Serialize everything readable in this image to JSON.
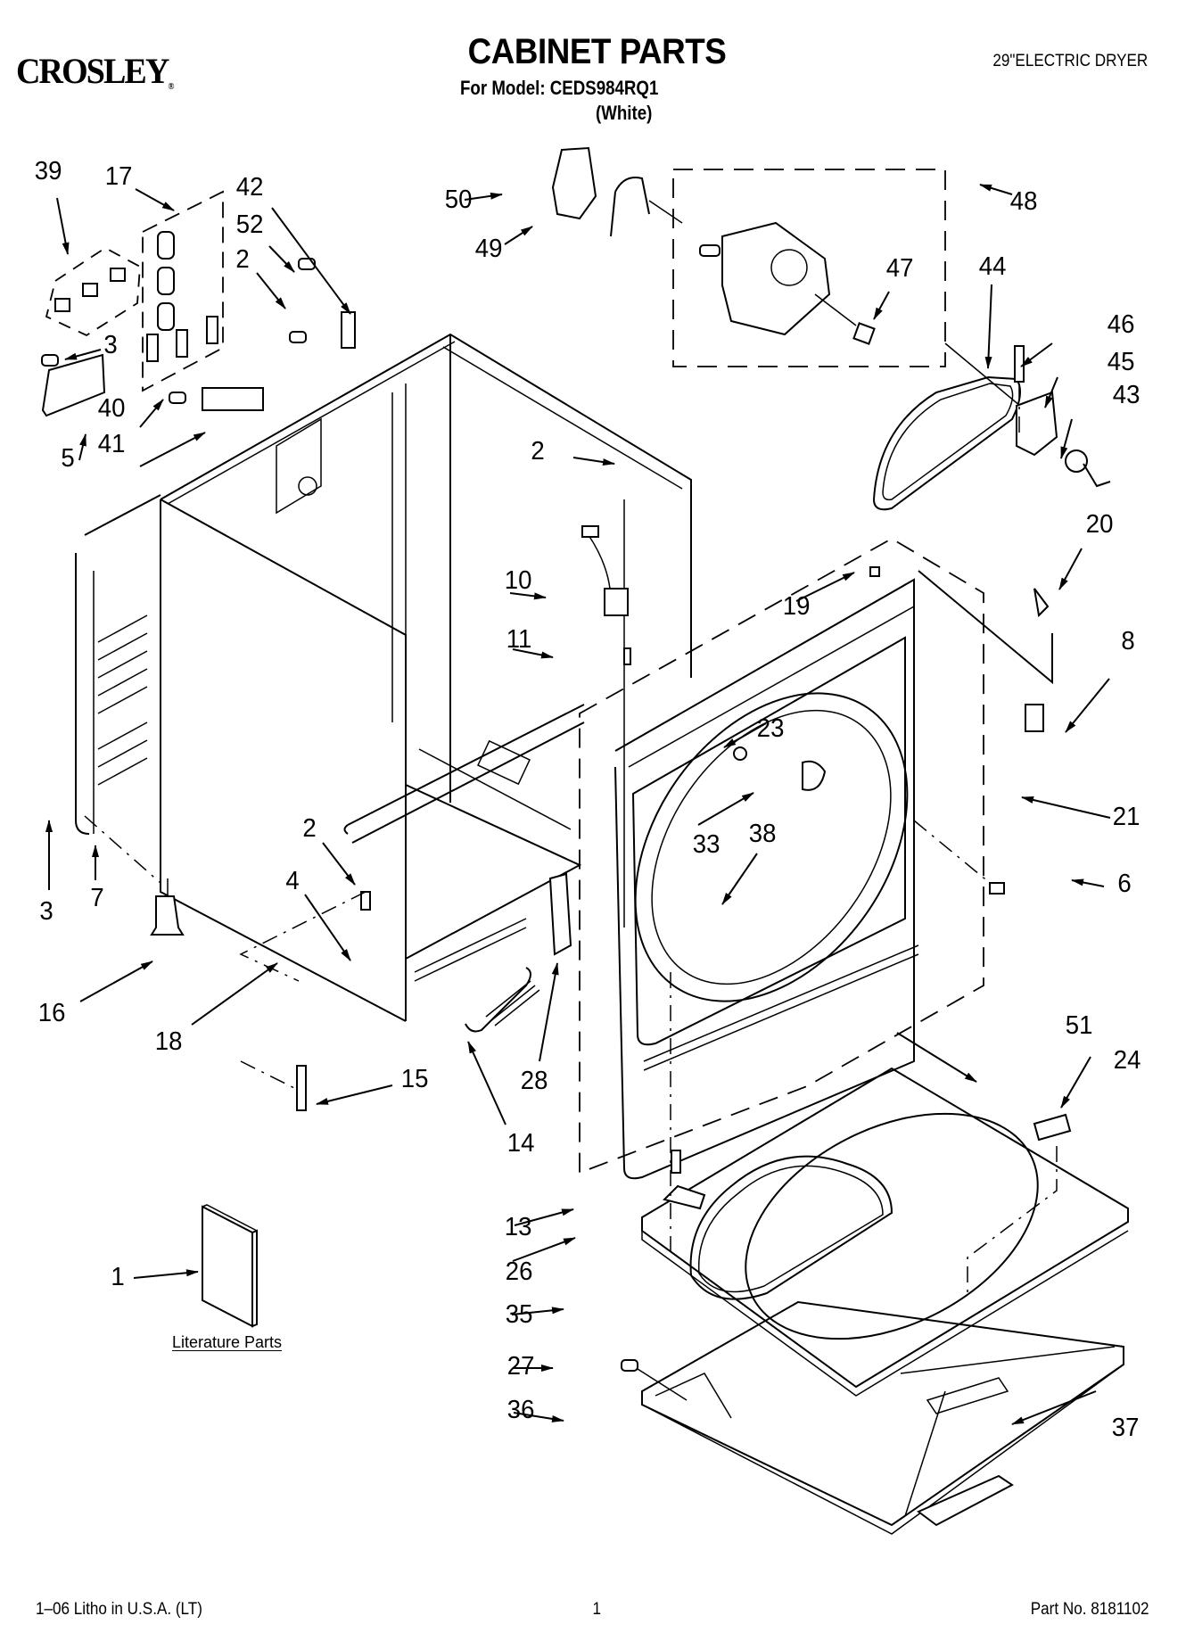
{
  "header": {
    "brand": "CROSLEY",
    "brand_mark": "®",
    "title": "CABINET PARTS",
    "model_line": "For Model: CEDS984RQ1",
    "color_line": "(White)",
    "product": "29\"ELECTRIC DRYER"
  },
  "footer": {
    "litho": "1–06 Litho in U.S.A. (LT)",
    "page": "1",
    "part_no": "Part No. 8181102"
  },
  "literature": {
    "label": "Literature Parts"
  },
  "callouts": [
    {
      "id": "39",
      "text": "39"
    },
    {
      "id": "17",
      "text": "17"
    },
    {
      "id": "42",
      "text": "42"
    },
    {
      "id": "52",
      "text": "52"
    },
    {
      "id": "2a",
      "text": "2"
    },
    {
      "id": "3a",
      "text": "3"
    },
    {
      "id": "40",
      "text": "40"
    },
    {
      "id": "41",
      "text": "41"
    },
    {
      "id": "5",
      "text": "5"
    },
    {
      "id": "50",
      "text": "50"
    },
    {
      "id": "49",
      "text": "49"
    },
    {
      "id": "48",
      "text": "48"
    },
    {
      "id": "47",
      "text": "47"
    },
    {
      "id": "44",
      "text": "44"
    },
    {
      "id": "46",
      "text": "46"
    },
    {
      "id": "45",
      "text": "45"
    },
    {
      "id": "43",
      "text": "43"
    },
    {
      "id": "2b",
      "text": "2"
    },
    {
      "id": "20",
      "text": "20"
    },
    {
      "id": "10",
      "text": "10"
    },
    {
      "id": "19",
      "text": "19"
    },
    {
      "id": "11",
      "text": "11"
    },
    {
      "id": "8",
      "text": "8"
    },
    {
      "id": "23",
      "text": "23"
    },
    {
      "id": "21",
      "text": "21"
    },
    {
      "id": "33",
      "text": "33"
    },
    {
      "id": "38",
      "text": "38"
    },
    {
      "id": "6",
      "text": "6"
    },
    {
      "id": "2c",
      "text": "2"
    },
    {
      "id": "3b",
      "text": "3"
    },
    {
      "id": "7",
      "text": "7"
    },
    {
      "id": "4",
      "text": "4"
    },
    {
      "id": "16",
      "text": "16"
    },
    {
      "id": "18",
      "text": "18"
    },
    {
      "id": "15",
      "text": "15"
    },
    {
      "id": "28",
      "text": "28"
    },
    {
      "id": "14",
      "text": "14"
    },
    {
      "id": "51",
      "text": "51"
    },
    {
      "id": "24",
      "text": "24"
    },
    {
      "id": "1",
      "text": "1"
    },
    {
      "id": "13",
      "text": "13"
    },
    {
      "id": "26",
      "text": "26"
    },
    {
      "id": "35",
      "text": "35"
    },
    {
      "id": "27",
      "text": "27"
    },
    {
      "id": "36",
      "text": "36"
    },
    {
      "id": "37",
      "text": "37"
    }
  ]
}
